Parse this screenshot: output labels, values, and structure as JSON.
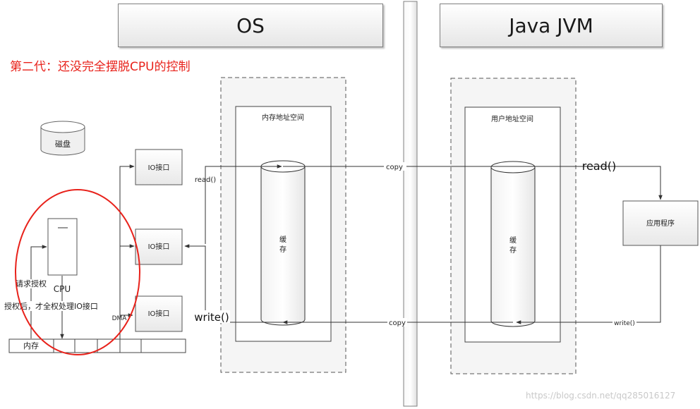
{
  "header": {
    "os_title": "OS",
    "jvm_title": "Java JVM"
  },
  "subtitle": "第二代：还没完全摆脱CPU的控制",
  "left": {
    "disk_label": "磁盘",
    "cpu_label": "CPU",
    "io_ports": [
      "IO接口",
      "IO接口",
      "IO接口"
    ],
    "request_label": "请求授权",
    "authorized_label": "授权后，才全权处理IO接口",
    "dma_label": "DMA",
    "memory_label": "内存"
  },
  "os": {
    "space_label": "内存地址空间",
    "buffer_label": "缓存",
    "read_small": "read()",
    "write_big": "write()"
  },
  "jvm": {
    "space_label": "用户地址空间",
    "buffer_label": "缓存",
    "read_big": "read()",
    "write_small": "write()",
    "app_label": "应用程序"
  },
  "arrows": {
    "copy_top": "copy",
    "copy_bottom": "copy"
  },
  "watermark": "https://blog.csdn.net/qq285016127",
  "colors": {
    "subtitle": "#e8221b",
    "highlight_ellipse": "#e8221b",
    "line": "#333333",
    "dashed_border": "#555555",
    "panel_fill": "#f4f4f4"
  }
}
